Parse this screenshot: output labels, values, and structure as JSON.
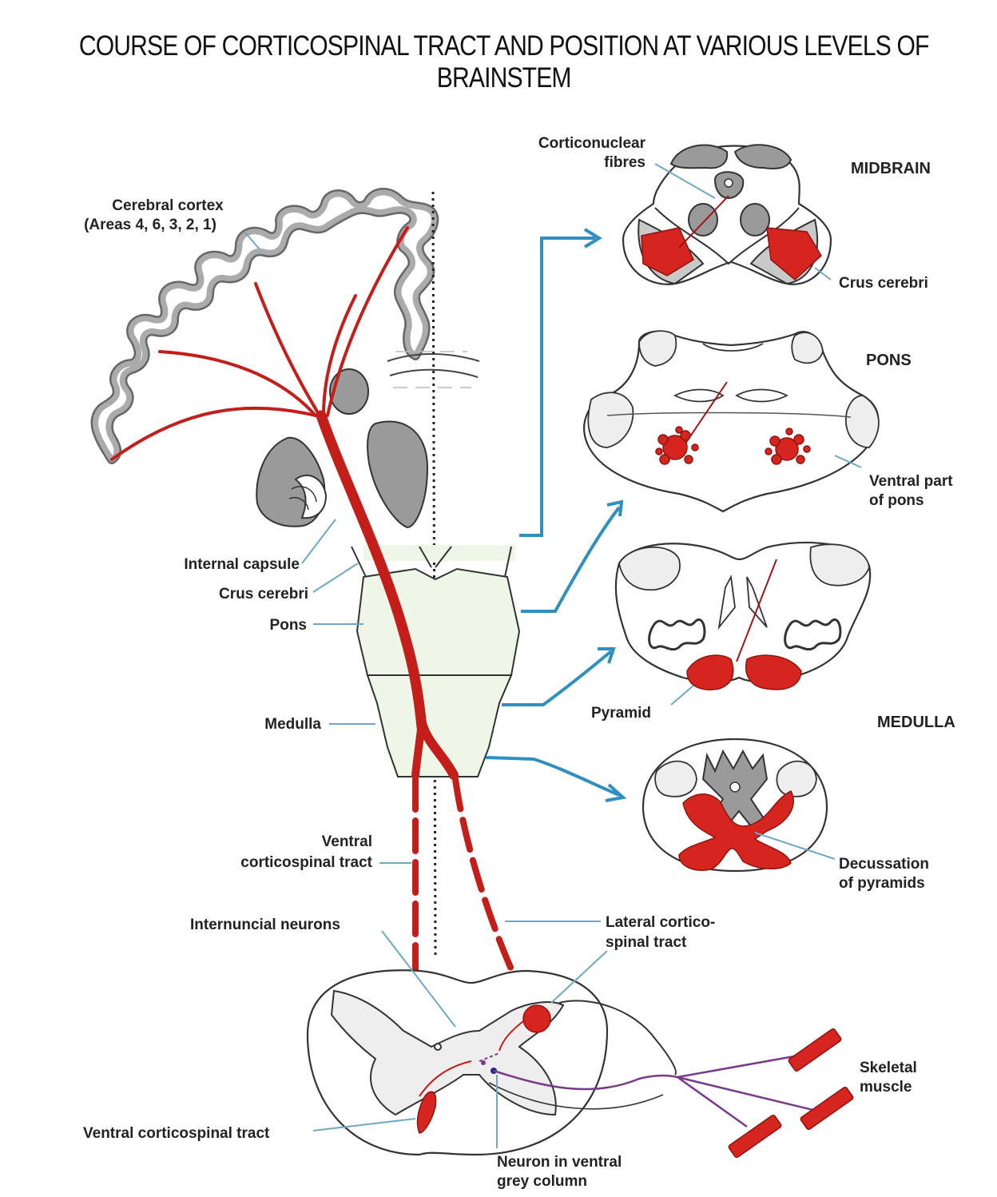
{
  "title": "COURSE OF CORTICOSPINAL TRACT AND POSITION AT VARIOUS LEVELS OF BRAINSTEM",
  "labels": {
    "cerebral_cortex_1": "Cerebral cortex",
    "cerebral_cortex_2": "(Areas 4, 6, 3, 2, 1)",
    "internal_capsule": "Internal capsule",
    "crus_cerebri_left": "Crus cerebri",
    "pons_left": "Pons",
    "medulla_left": "Medulla",
    "ventral_cst_1": "Ventral",
    "ventral_cst_2": "corticospinal tract",
    "internuncial": "Internuncial neurons",
    "lateral_cst_1": "Lateral cortico-",
    "lateral_cst_2": "spinal tract",
    "ventral_cst_bottom": "Ventral corticospinal tract",
    "neuron_1": "Neuron in ventral",
    "neuron_2": "grey column",
    "skeletal_1": "Skeletal",
    "skeletal_2": "muscle",
    "corticonuclear_1": "Corticonuclear",
    "corticonuclear_2": "fibres",
    "midbrain": "MIDBRAIN",
    "crus_cerebri_right": "Crus cerebri",
    "pons_head": "PONS",
    "ventral_pons_1": "Ventral part",
    "ventral_pons_2": "of pons",
    "pyramid": "Pyramid",
    "medulla_head": "MEDULLA",
    "decussation_1": "Decussation",
    "decussation_2": "of pyramids"
  },
  "colors": {
    "tract": "#d6251f",
    "grey_matter": "#9a9a9a",
    "arrow": "#2f8fbf",
    "leader": "#6fa8c4",
    "brainstem_tint": "#eef6e8",
    "motor_neuron": "#7a3a8a"
  }
}
